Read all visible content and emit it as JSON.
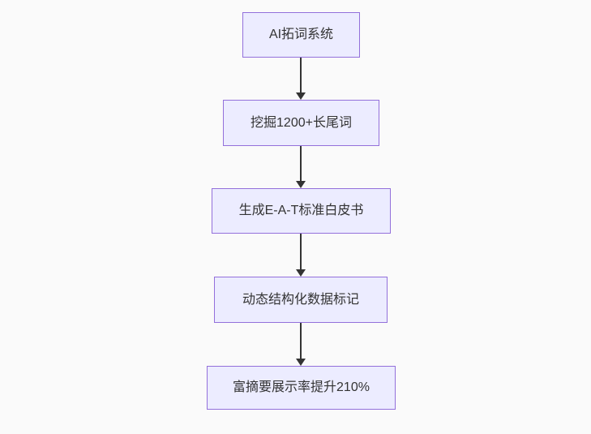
{
  "diagram": {
    "type": "flowchart",
    "direction": "top-down",
    "nodes": [
      {
        "id": "n1",
        "label": "AI拓词系统"
      },
      {
        "id": "n2",
        "label": "挖掘1200+长尾词"
      },
      {
        "id": "n3",
        "label": "生成E-A-T标准白皮书"
      },
      {
        "id": "n4",
        "label": "动态结构化数据标记"
      },
      {
        "id": "n5",
        "label": "富摘要展示率提升210%"
      }
    ],
    "edges": [
      {
        "from": "n1",
        "to": "n2"
      },
      {
        "from": "n2",
        "to": "n3"
      },
      {
        "from": "n3",
        "to": "n4"
      },
      {
        "from": "n4",
        "to": "n5"
      }
    ],
    "colors": {
      "background": "#fafafa",
      "node_fill": "#ECECFF",
      "node_border": "#9370DB",
      "node_text": "#333333",
      "arrow": "#333333"
    }
  }
}
